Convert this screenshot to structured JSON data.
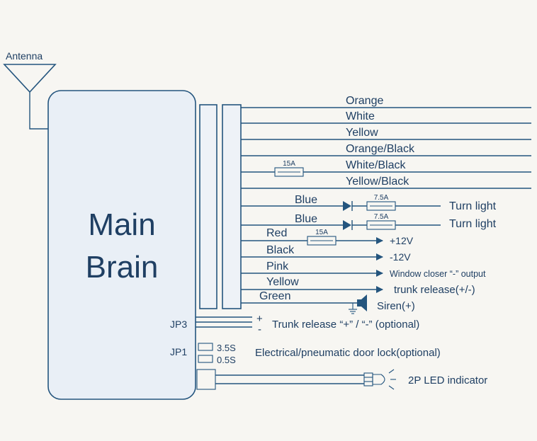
{
  "antenna_label": "Antenna",
  "brain": {
    "line1": "Main",
    "line2": "Brain"
  },
  "wires": {
    "orange": "Orange",
    "white": "White",
    "yellow": "Yellow",
    "orange_black": "Orange/Black",
    "white_black": "White/Black",
    "yellow_black": "Yellow/Black",
    "blue1": "Blue",
    "blue2": "Blue",
    "red": "Red",
    "black": "Black",
    "pink": "Pink",
    "yellow2": "Yellow",
    "green": "Green"
  },
  "fuses": {
    "white_black": "15A",
    "blue1": "7.5A",
    "blue2": "7.5A",
    "red": "15A"
  },
  "outputs": {
    "turn_light_1": "Turn light",
    "turn_light_2": "Turn light",
    "plus12v": "+12V",
    "minus12v": "-12V",
    "window_closer": "Window closer “-” output",
    "trunk_release": "trunk release(+/-)",
    "siren": "Siren(+)"
  },
  "jumpers": {
    "jp3": "JP3",
    "jp3_plus": "+",
    "jp3_minus": "-",
    "jp3_desc": "Trunk release “+” / “-” (optional)",
    "jp1": "JP1",
    "jp1_opt1": "3.5S",
    "jp1_opt2": "0.5S",
    "jp1_desc": "Electrical/pneumatic door lock(optional)"
  },
  "led_label": "2P LED indicator",
  "colors": {
    "ink": "#24557e",
    "text": "#1f3f63",
    "box_fill": "#e9eff6",
    "paper": "#f7f6f2"
  }
}
